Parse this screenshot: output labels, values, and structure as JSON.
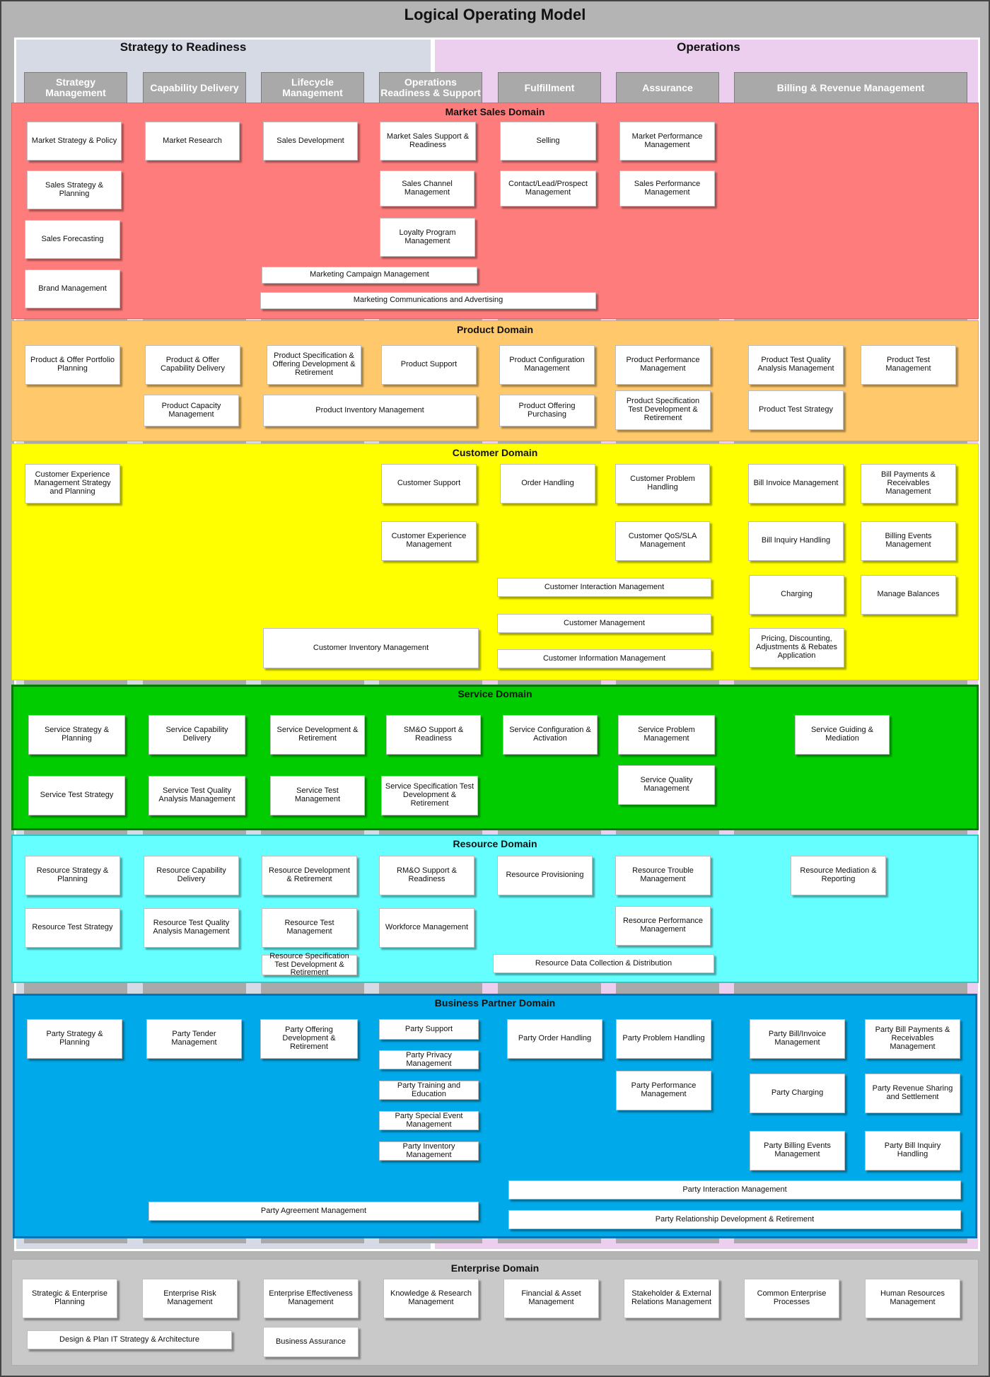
{
  "title": "Logical Operating Model",
  "groups": {
    "left": "Strategy to Readiness",
    "right": "Operations"
  },
  "columns": [
    "Strategy  Management",
    "Capability Delivery",
    "Lifecycle Management",
    "Operations Readiness & Support",
    "Fulfillment",
    "Assurance",
    "Billing & Revenue Management"
  ],
  "domains": {
    "market": {
      "name": "Market Sales Domain",
      "boxes": [
        "Market Strategy & Policy",
        "Market Research",
        "Sales Development",
        "Market Sales Support & Readiness",
        "Selling",
        "Market Performance Management",
        "Sales Strategy & Planning",
        "Sales Channel Management",
        "Contact/Lead/Prospect Management",
        "Sales Performance Management",
        "Sales Forecasting",
        "Loyalty Program Management",
        "Brand Management",
        "Marketing Campaign Management",
        "Marketing Communications and Advertising"
      ]
    },
    "product": {
      "name": "Product Domain",
      "boxes": [
        "Product & Offer Portfolio Planning",
        "Product & Offer Capability Delivery",
        "Product Specification & Offering Development & Retirement",
        "Product Support",
        "Product Configuration Management",
        "Product Performance Management",
        "Product Test Quality Analysis Management",
        "Product Test Management",
        "Product Capacity Management",
        "Product Inventory Management",
        "Product Offering Purchasing",
        "Product Specification Test Development & Retirement",
        "Product Test Strategy"
      ]
    },
    "customer": {
      "name": "Customer Domain",
      "boxes": [
        "Customer Experience Management Strategy and Planning",
        "Customer Support",
        "Order Handling",
        "Customer Problem Handling",
        "Bill Invoice Management",
        "Bill Payments & Receivables Management",
        "Customer Experience Management",
        "Customer QoS/SLA Management",
        "Bill Inquiry Handling",
        "Billing Events Management",
        "Customer Interaction Management",
        "Charging",
        "Manage Balances",
        "Customer Management",
        "Customer Inventory Management",
        "Customer Information Management",
        "Pricing, Discounting, Adjustments & Rebates Application"
      ]
    },
    "service": {
      "name": "Service Domain",
      "boxes": [
        "Service Strategy & Planning",
        "Service Capability Delivery",
        "Service Development & Retirement",
        "SM&O Support & Readiness",
        "Service Configuration & Activation",
        "Service Problem Management",
        "Service Guiding & Mediation",
        "Service Test Strategy",
        "Service Test Quality Analysis Management",
        "Service Test Management",
        "Service Specification Test Development & Retirement",
        "Service Quality Management"
      ]
    },
    "resource": {
      "name": "Resource Domain",
      "boxes": [
        "Resource Strategy & Planning",
        "Resource Capability Delivery",
        "Resource Development & Retirement",
        "RM&O Support & Readiness",
        "Resource Provisioning",
        "Resource Trouble Management",
        "Resource Mediation & Reporting",
        "Resource Test Strategy",
        "Resource Test Quality Analysis Management",
        "Resource Test Management",
        "Workforce Management",
        "Resource Performance Management",
        "Resource Specification Test Development & Retirement",
        "Resource Data Collection & Distribution"
      ]
    },
    "partner": {
      "name": "Business Partner Domain",
      "boxes": [
        "Party Strategy & Planning",
        "Party Tender Management",
        "Party Offering Development & Retirement",
        "Party Support",
        "Party Order Handling",
        "Party Problem Handling",
        "Party Bill/Invoice Management",
        "Party Bill Payments & Receivables Management",
        "Party Privacy Management",
        "Party Training and Education",
        "Party Performance Management",
        "Party Charging",
        "Party Revenue Sharing and Settlement",
        "Party Special Event Management",
        "Party Inventory Management",
        "Party Billing Events Management",
        "Party Bill Inquiry Handling",
        "Party Interaction Management",
        "Party Agreement Management",
        "Party Relationship Development & Retirement"
      ]
    },
    "enterprise": {
      "name": "Enterprise Domain",
      "boxes": [
        "Strategic & Enterprise Planning",
        "Enterprise Risk Management",
        "Enterprise Effectiveness Management",
        "Knowledge & Research Management",
        "Financial & Asset Management",
        "Stakeholder & External Relations Management",
        "Common Enterprise Processes",
        "Human Resources Management",
        "Design & Plan IT Strategy & Architecture",
        "Business Assurance"
      ]
    }
  },
  "colors": {
    "background": "#b4b4b4",
    "strategy_group": "#d5dae5",
    "operations_group": "#eccfef",
    "column_header": "#a9a9a9",
    "market": "#ff7c7c",
    "product": "#ffc86a",
    "customer": "#ffff00",
    "service": "#00cc00",
    "resource": "#66ffff",
    "partner": "#00a9e9",
    "enterprise": "#c9c9c9"
  }
}
